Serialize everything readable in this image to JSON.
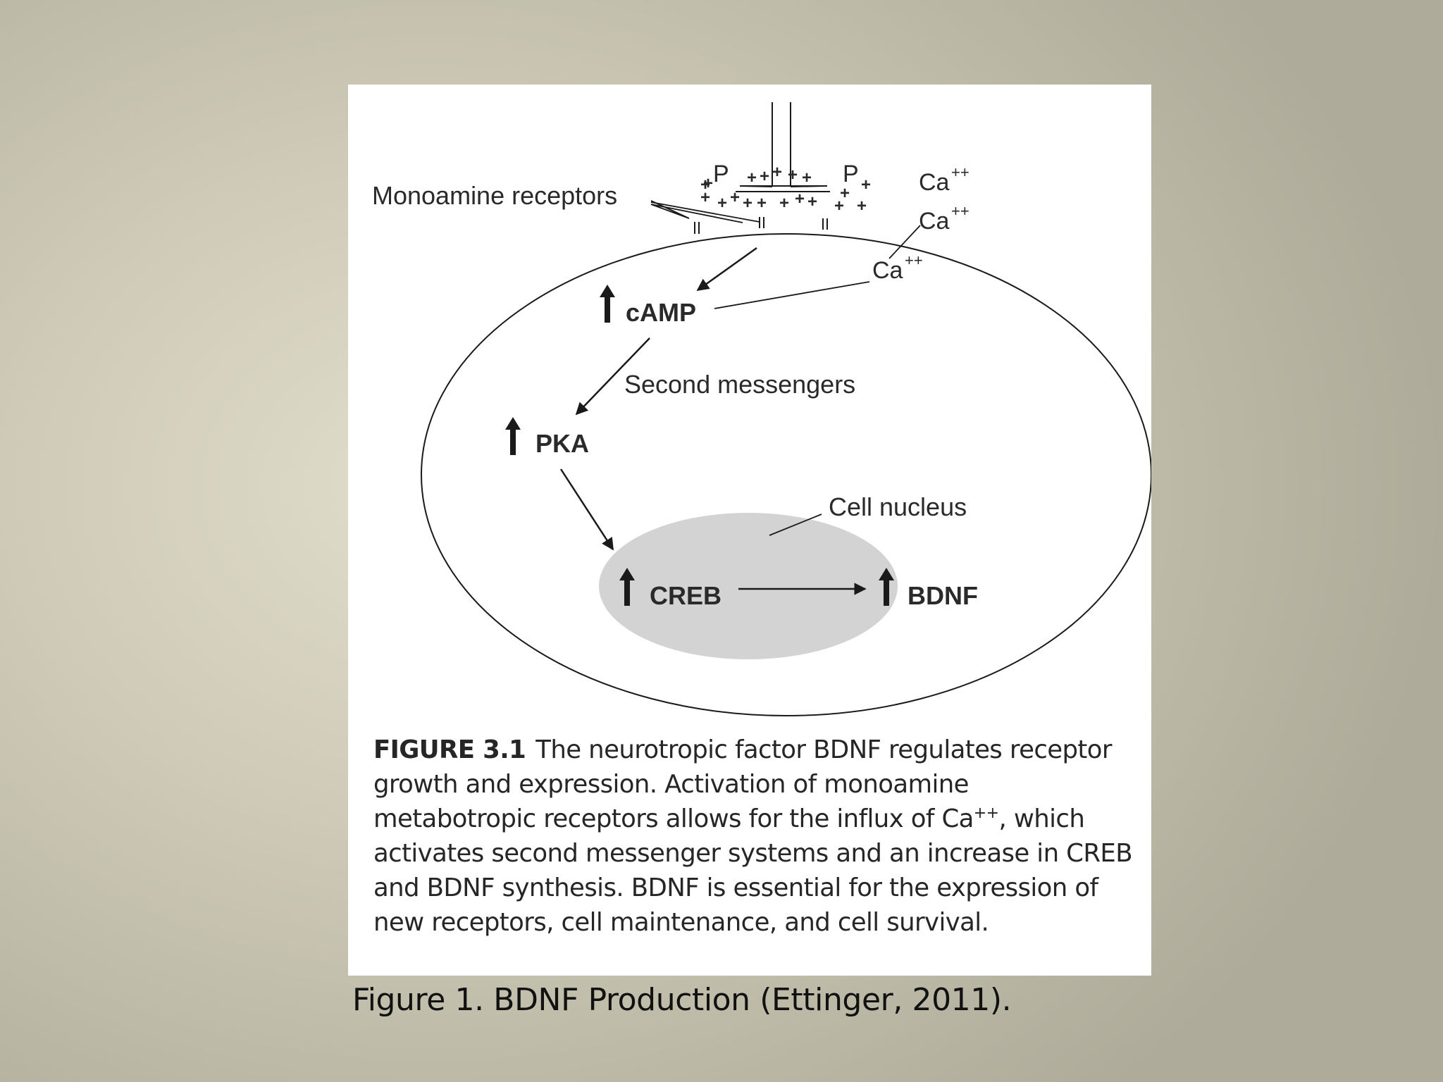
{
  "diagram": {
    "label_monoamine": "Monoamine receptors",
    "label_p": "P",
    "label_ca": "Ca",
    "ca_charge": "++",
    "plus": "+",
    "up_arrow": "↑",
    "label_camp": "cAMP",
    "label_second_messengers": "Second messengers",
    "label_pka": "PKA",
    "label_cell_nucleus": "Cell nucleus",
    "label_creb": "CREB",
    "label_bdnf": "BDNF",
    "nucleus_color": "#d3d3d3",
    "line_color": "#1a1a1a"
  },
  "figure_caption": {
    "label": "FIGURE 3.1",
    "text_before_sup": "The neurotropic factor BDNF regulates receptor growth and expression. Activation of monoamine metabotropic receptors allows for the influx of Ca",
    "sup": "++",
    "text_after_sup": ", which activates second messenger systems and an increase in CREB and BDNF synthesis. BDNF is essential for the expression of new receptors, cell maintenance, and cell survival."
  },
  "slide_caption": "Figure 1. BDNF Production (Ettinger, 2011)."
}
